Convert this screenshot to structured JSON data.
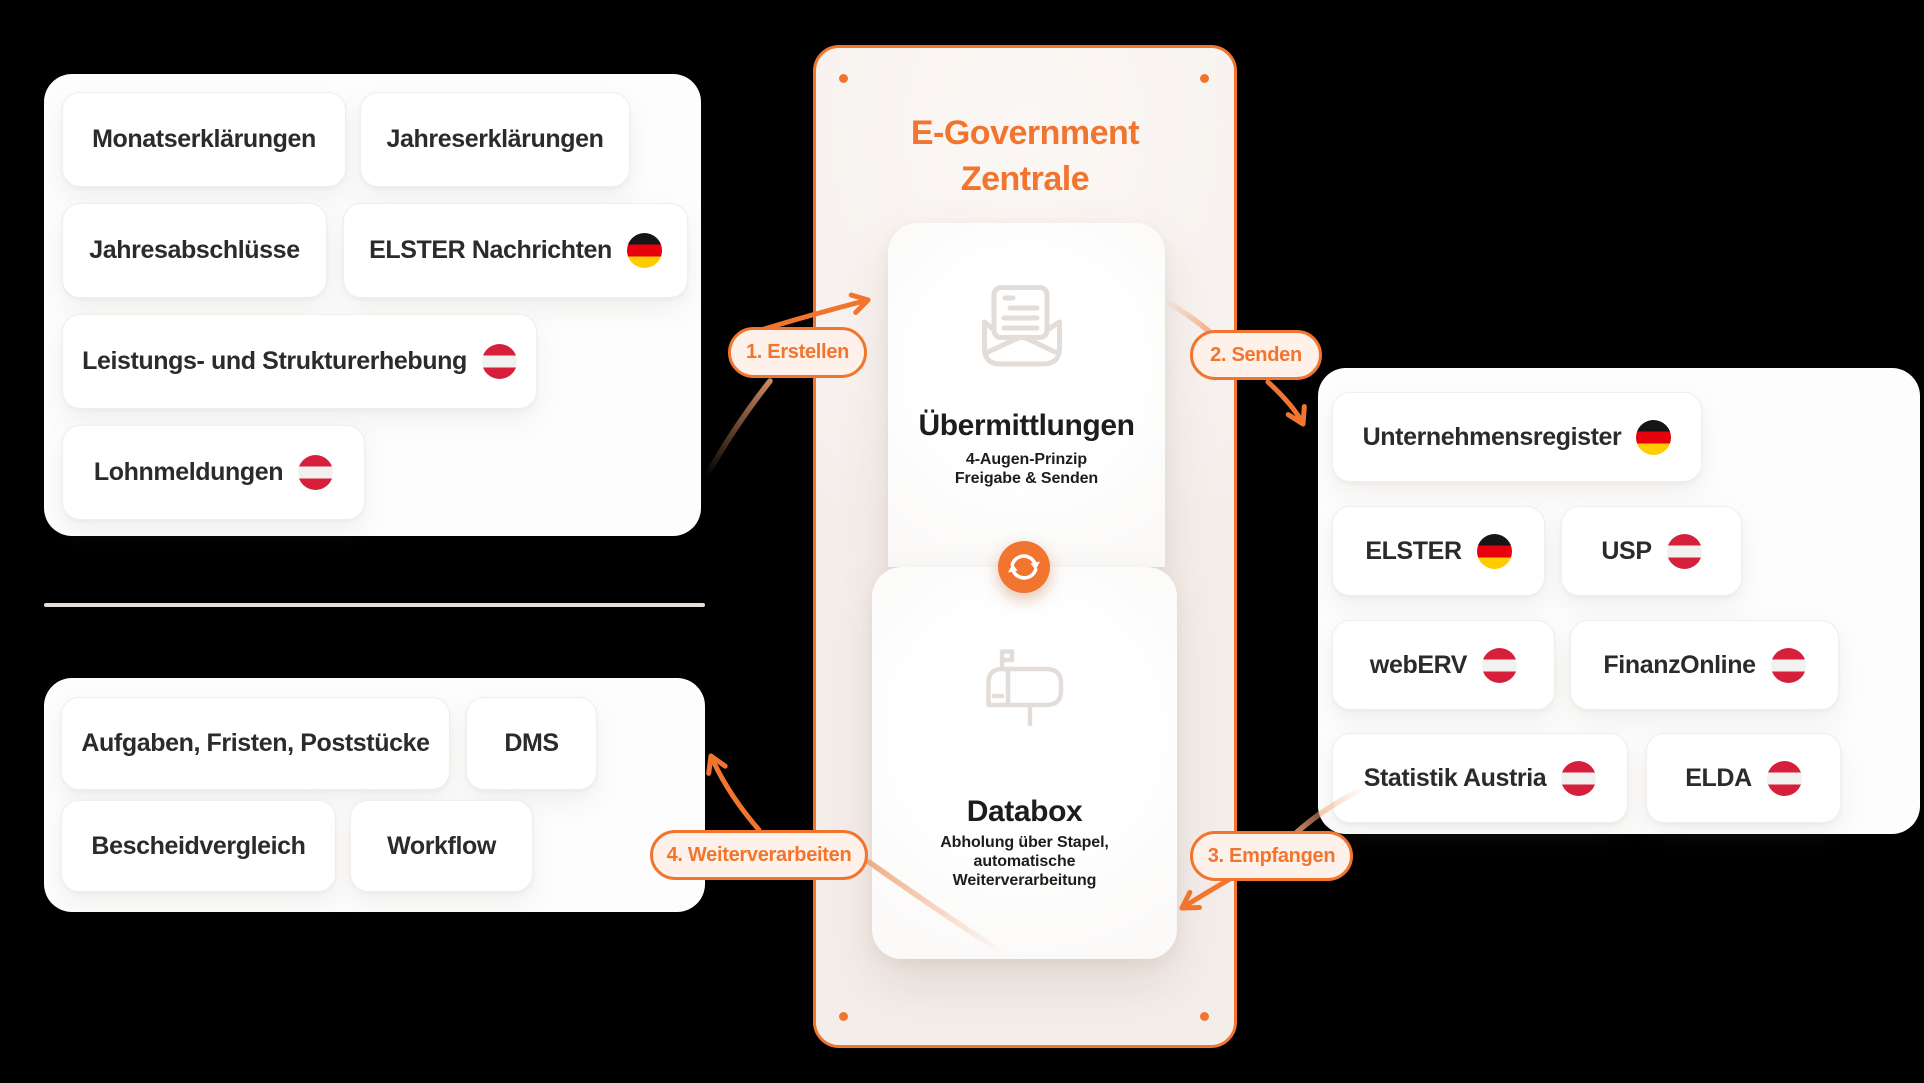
{
  "colors": {
    "accent_orange": "#F2752F",
    "badge_background": "#FDF1E9",
    "center_card_background": "#F7F2EF",
    "card_background": "#FFFFFF",
    "text_dark": "#2C2B2A",
    "divider": "#E4DFDB",
    "flag_germany": [
      "#151515",
      "#E8000F",
      "#FFCC00"
    ],
    "flag_austria": [
      "#D51F3B",
      "#F2F1F0"
    ],
    "icon_gray": "#E2DDD9"
  },
  "center": {
    "title_lines": [
      "E-Government",
      "Zentrale"
    ],
    "uebermittlungen": {
      "title": "Übermittlungen",
      "subtitle_lines": [
        "4-Augen-Prinzip",
        "Freigabe & Senden"
      ],
      "icon": "open-envelope-icon"
    },
    "databox": {
      "title": "Databox",
      "subtitle_lines": [
        "Abholung über Stapel,",
        "automatische",
        "Weiterverarbeitung"
      ],
      "icon": "mailbox-icon"
    },
    "sync_icon": "sync-icon"
  },
  "left_top_card": {
    "buttons": [
      {
        "label": "Monatserklärungen",
        "flag": ""
      },
      {
        "label": "Jahreserklärungen",
        "flag": ""
      },
      {
        "label": "Jahresabschlüsse",
        "flag": ""
      },
      {
        "label": "ELSTER Nachrichten",
        "flag": "de"
      },
      {
        "label": "Leistungs- und Strukturerhebung",
        "flag": "at"
      },
      {
        "label": "Lohnmeldungen",
        "flag": "at"
      }
    ]
  },
  "left_bottom_card": {
    "buttons": [
      {
        "label": "Aufgaben, Fristen, Poststücke"
      },
      {
        "label": "DMS"
      },
      {
        "label": "Bescheidvergleich"
      },
      {
        "label": "Workflow"
      }
    ]
  },
  "right_card": {
    "buttons": [
      {
        "label": "Unternehmensregister",
        "flag": "de"
      },
      {
        "label": "ELSTER",
        "flag": "de"
      },
      {
        "label": "USP",
        "flag": "at"
      },
      {
        "label": "webERV",
        "flag": "at"
      },
      {
        "label": "FinanzOnline",
        "flag": "at"
      },
      {
        "label": "Statistik Austria",
        "flag": "at"
      },
      {
        "label": "ELDA",
        "flag": "at"
      }
    ]
  },
  "badges": {
    "step1": "1. Erstellen",
    "step2": "2. Senden",
    "step3": "3. Empfangen",
    "step4": "4. Weiterverarbeiten"
  }
}
